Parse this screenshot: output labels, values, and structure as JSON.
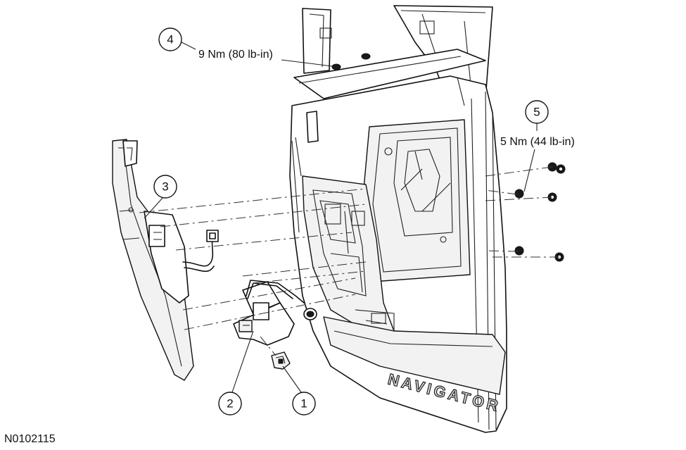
{
  "figure_id": "N0102115",
  "callouts": [
    {
      "number": "1"
    },
    {
      "number": "2"
    },
    {
      "number": "3"
    },
    {
      "number": "4",
      "label": "9 Nm (80 lb-in)"
    },
    {
      "number": "5",
      "label": "5 Nm (44 lb-in)"
    }
  ],
  "badge_text": "NAVIGATOR",
  "colors": {
    "ink": "#111111",
    "paper": "#ffffff",
    "shade": "#f2f2f2"
  }
}
